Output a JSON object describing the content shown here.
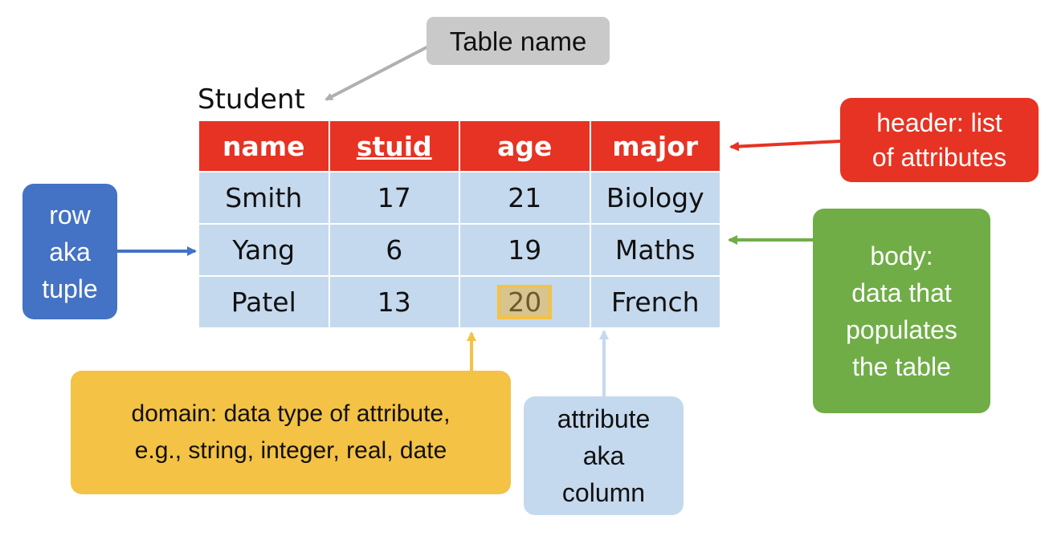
{
  "table_name_label": "Table name",
  "table_title": "Student",
  "table": {
    "headers": [
      {
        "label": "name",
        "key": false
      },
      {
        "label": "stuid",
        "key": true
      },
      {
        "label": "age",
        "key": false
      },
      {
        "label": "major",
        "key": false
      }
    ],
    "rows": [
      [
        "Smith",
        "17",
        "21",
        "Biology"
      ],
      [
        "Yang",
        "6",
        "19",
        "Maths"
      ],
      [
        "Patel",
        "13",
        "20",
        "French"
      ]
    ],
    "highlighted_cell": {
      "row": 2,
      "col": 2
    }
  },
  "callouts": {
    "header": [
      "header: list",
      "of attributes"
    ],
    "row": [
      "row",
      "aka",
      "tuple"
    ],
    "body": [
      "body:",
      "data that",
      "populates",
      "the table"
    ],
    "domain": [
      "domain: data type of attribute,",
      "e.g., string, integer, real, date"
    ],
    "attribute": [
      "attribute",
      "aka",
      "column"
    ]
  },
  "colors": {
    "header_red": "#e63323",
    "body_blue": "#c5d9ee",
    "row_blue": "#4472c4",
    "body_green": "#70ad47",
    "domain_yellow": "#f4c245",
    "table_name_gray": "#c9c9c9"
  }
}
